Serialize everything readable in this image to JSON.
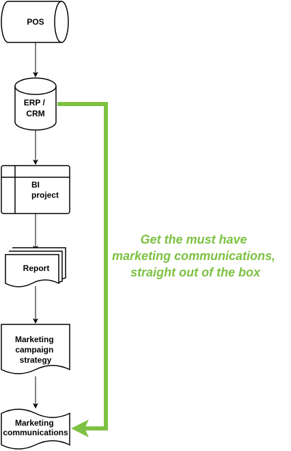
{
  "nodes": {
    "pos": {
      "label": "POS"
    },
    "erp_crm": {
      "lines": [
        "ERP /",
        "CRM"
      ]
    },
    "bi_project": {
      "lines": [
        "BI",
        "project"
      ]
    },
    "report": {
      "label": "Report"
    },
    "campaign_strategy": {
      "lines": [
        "Marketing",
        "campaign",
        "strategy"
      ]
    },
    "communications": {
      "lines": [
        "Marketing",
        "communications"
      ]
    }
  },
  "callout": {
    "lines": [
      "Get the must have",
      "marketing communications,",
      "straight out of the box"
    ],
    "color": "#7dc142"
  },
  "colors": {
    "accent": "#7dc142",
    "stroke": "#000000"
  }
}
